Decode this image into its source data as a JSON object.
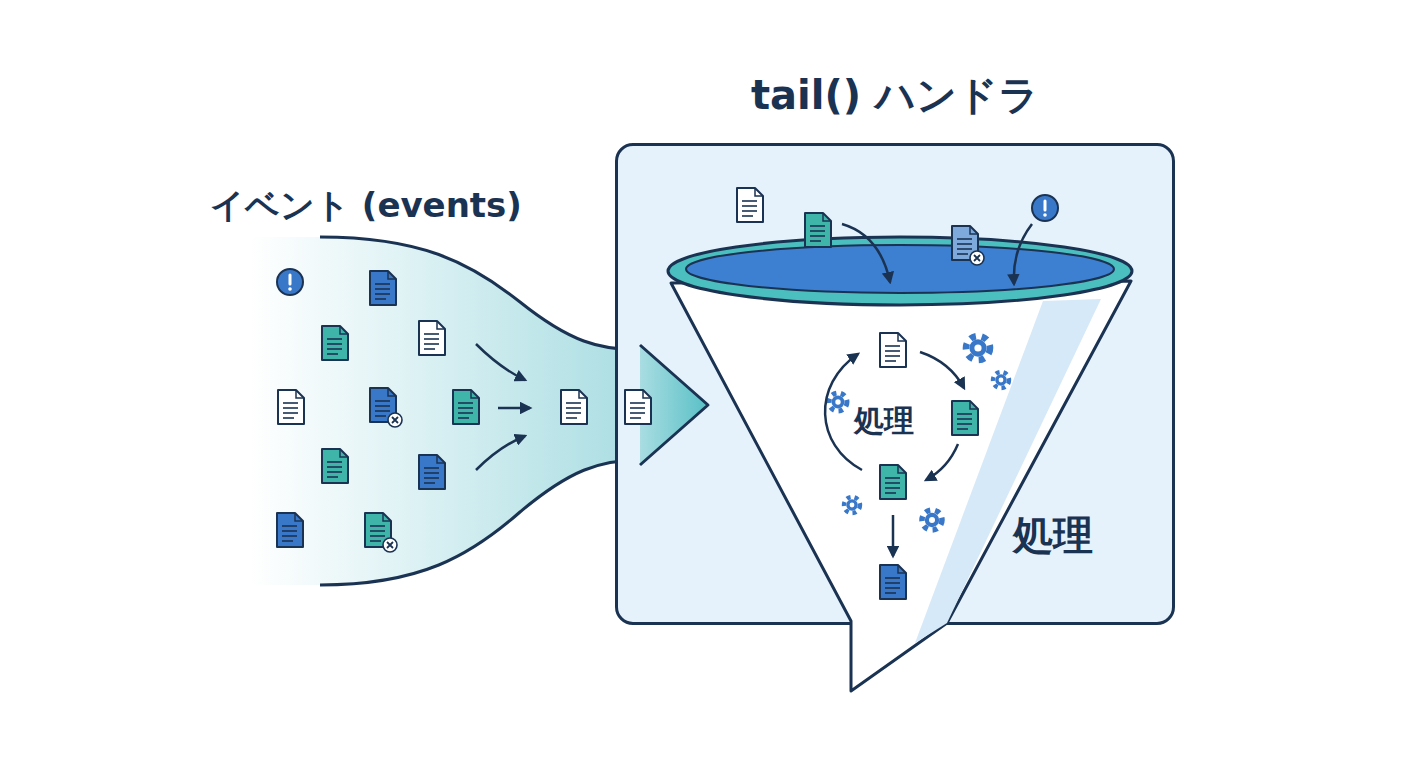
{
  "diagram": {
    "nodes": [
      {
        "text": [
          "イベント (events)"
        ]
      },
      {
        "text": [
          "tail() ハンドラ"
        ]
      },
      {
        "text": [
          "処理"
        ],
        "in": 1
      }
    ],
    "edges": [
      {
        "from": 0,
        "to": 2,
        "arrow": "to"
      }
    ],
    "labels": [
      "処理"
    ]
  }
}
